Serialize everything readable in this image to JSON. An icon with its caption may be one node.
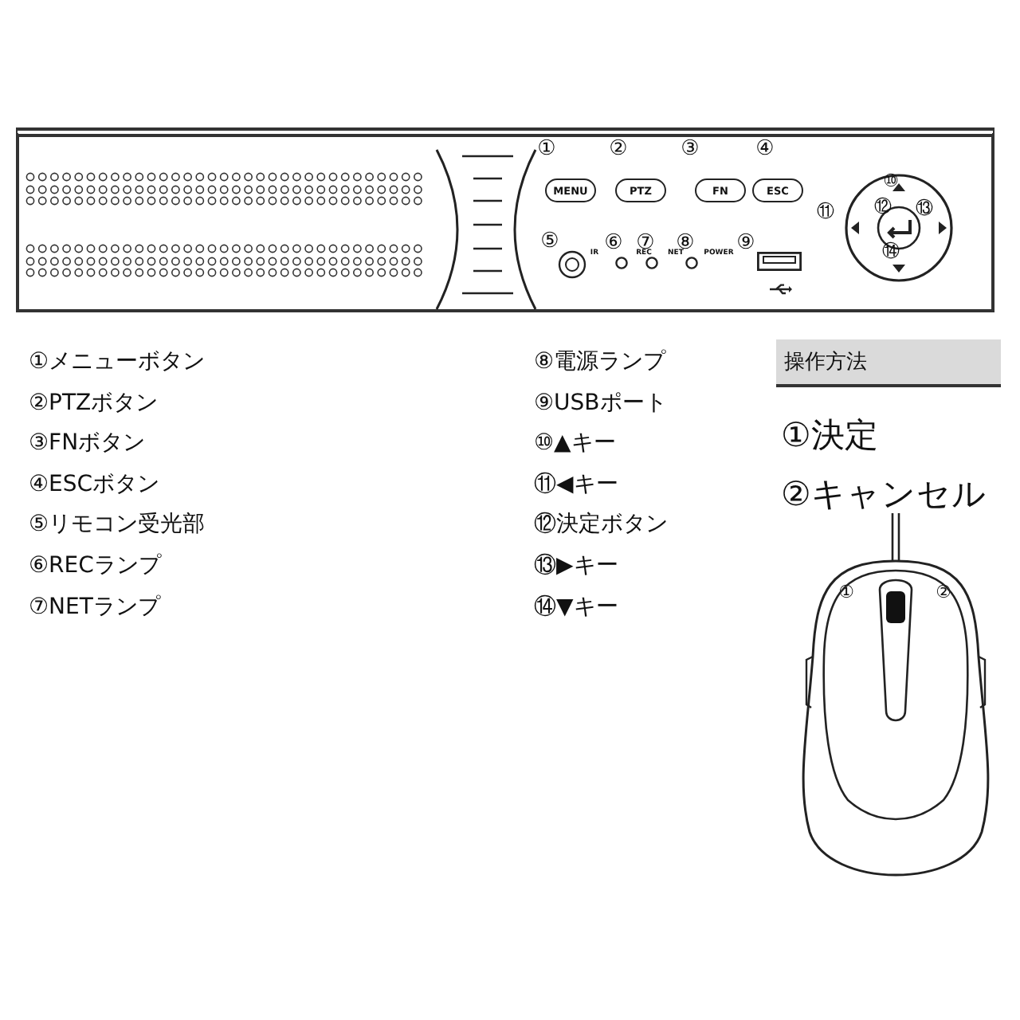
{
  "diagram": {
    "nodes": [
      {
        "text": [],
        "shape": "box"
      },
      {
        "text": [
          "MENU"
        ],
        "in": 0
      },
      {
        "text": [
          "PTZ"
        ],
        "in": 0
      },
      {
        "text": [
          "FN"
        ],
        "in": 0
      },
      {
        "text": [
          "ESC"
        ],
        "in": 0
      },
      {
        "text": [
          "操作方法"
        ]
      }
    ],
    "labels": [
      "①",
      "②",
      "③",
      "④",
      "⑩",
      "⑪",
      "⑫",
      "⑬",
      "⑤",
      "IR",
      "⑥",
      "REC",
      "⑦",
      "NET",
      "⑧",
      "POWER",
      "⑨",
      "⑭",
      "①メニューボタン",
      "②PTZボタン",
      "③FNボタン",
      "④ESCボタン",
      "⑤リモコン受光部",
      "⑥RECランプ",
      "⑦NETランプ",
      "⑧電源ランプ",
      "⑨USBポート",
      "⑩▲キー",
      "⑪◀キー",
      "⑫決定ボタン",
      "⑬▶キー",
      "⑭▼キー",
      "①決定",
      "②キャンセル",
      "①",
      "②"
    ]
  }
}
